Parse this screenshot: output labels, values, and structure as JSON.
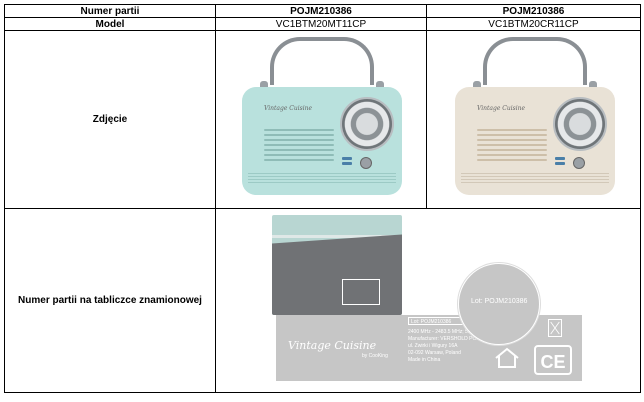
{
  "table": {
    "headers": {
      "row1_label": "Numer partii",
      "row1_a": "POJM210386",
      "row1_b": "POJM210386",
      "row2_label": "Model",
      "row2_a": "VC1BTM20MT11CP",
      "row2_b": "VC1BTM20CR11CP"
    },
    "photo_row_label": "Zdjęcie",
    "label_row_label": "Numer partii na tabliczce znamionowej"
  },
  "radios": [
    {
      "brand": "Vintage Cuisine",
      "body_color": "#b9e1dd",
      "stripe_color": "#9ccac5"
    },
    {
      "brand": "Vintage Cuisine",
      "body_color": "#e9e2d6",
      "stripe_color": "#d2c8b8"
    }
  ],
  "nameplate": {
    "brand_script": "Vintage Cuisine",
    "brand_sub": "by CooKing",
    "lot_box": "Lot: POJM210386",
    "lines": [
      "2400 MHz - 2483.5 MHz; 5mW; 5W",
      "Manufacturer: VERSHOLD POLAND Sp. z o.o.",
      "ul. Zwirki i Wigury 16A",
      "02-092 Warsaw, Poland",
      "Made in China"
    ],
    "magnified_lot": "Lot: POJM210386",
    "ce_mark": "CE"
  }
}
